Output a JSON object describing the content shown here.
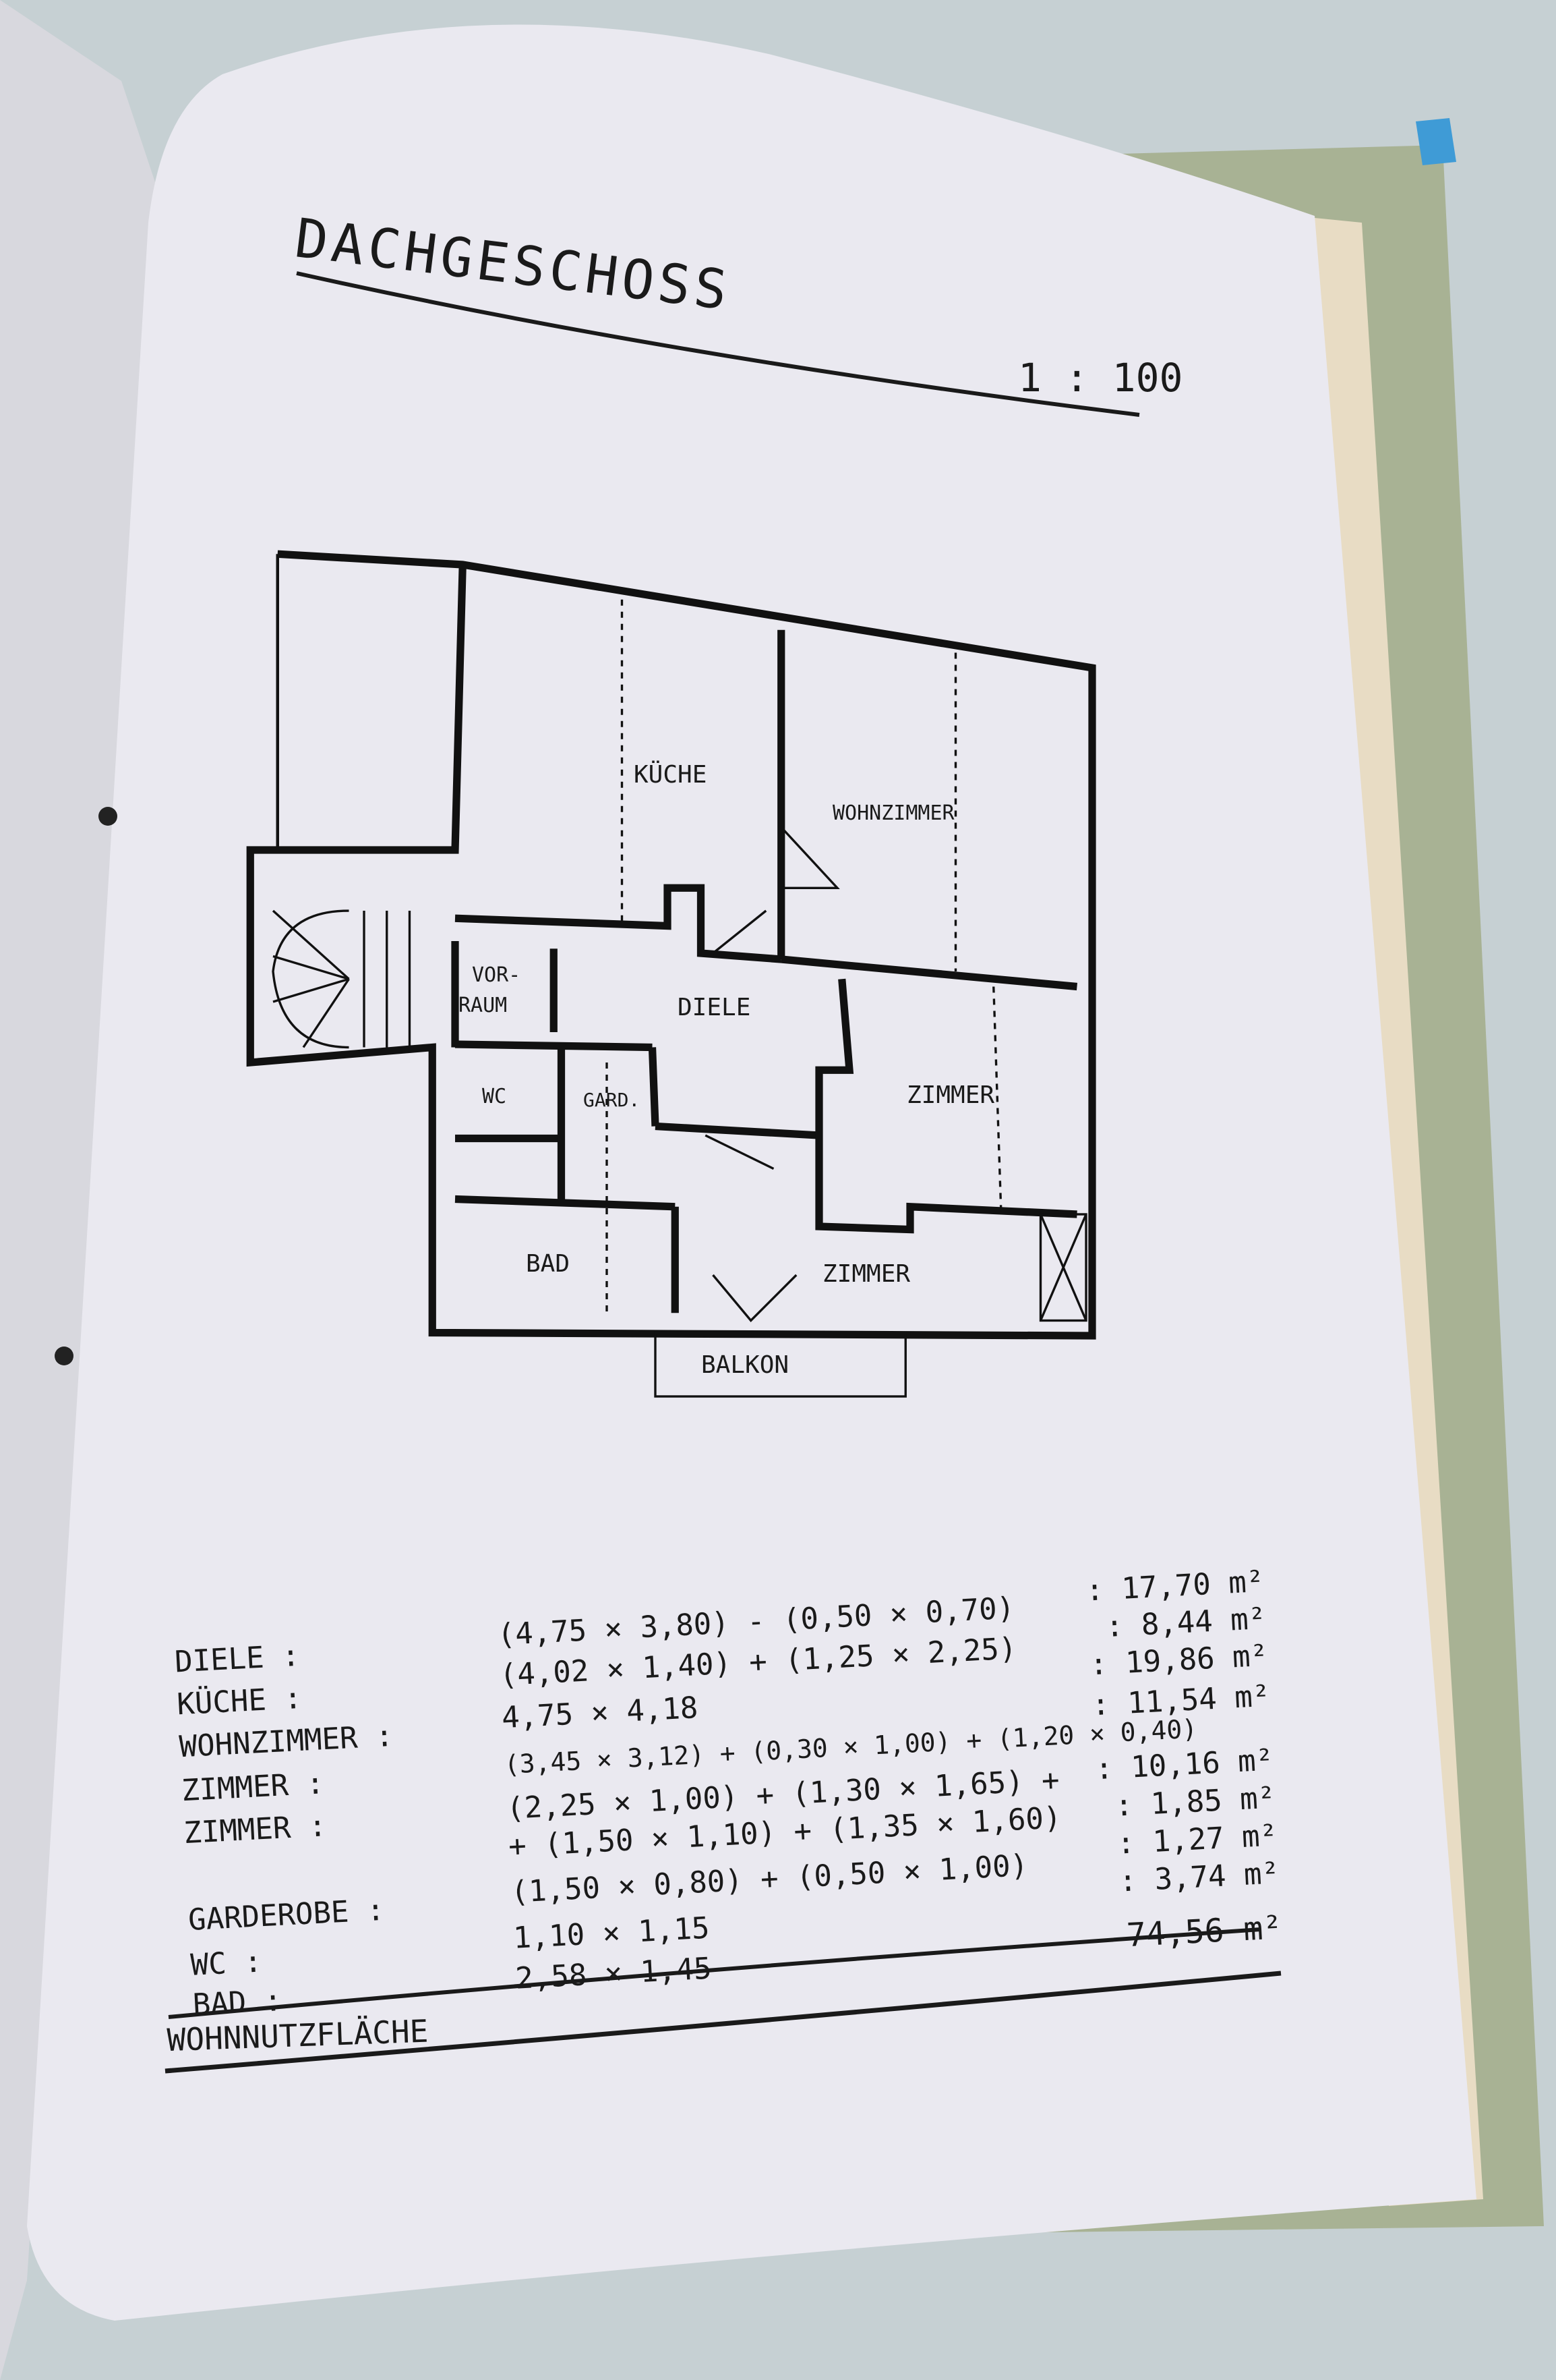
{
  "document": {
    "title": "DACHGESCHOSS",
    "scale": "1 : 100",
    "rooms": {
      "kueche": "KÜCHE",
      "wohnzimmer": "WOHNZIMMER",
      "vorraum_1": "VOR-",
      "vorraum_2": "RAUM",
      "diele": "DIELE",
      "zimmer_1": "ZIMMER",
      "wc": "WC",
      "gard": "GARD.",
      "bad": "BAD",
      "zimmer_2": "ZIMMER",
      "balkon": "BALKON"
    },
    "area_table": {
      "rows": [
        {
          "label": "DIELE :",
          "formula": "(4,75 × 3,80) - (0,50 × 0,70)",
          "value": ": 17,70 m²"
        },
        {
          "label": "KÜCHE :",
          "formula": "(4,02 × 1,40) + (1,25 × 2,25)",
          "value": ": 8,44 m²"
        },
        {
          "label": "WOHNZIMMER :",
          "formula": "4,75 × 4,18",
          "value": ": 19,86 m²"
        },
        {
          "label": "ZIMMER :",
          "formula": "(3,45 × 3,12) + (0,30 × 1,00) + (1,20 × 0,40)",
          "value": ": 11,54 m²"
        },
        {
          "label": "ZIMMER :",
          "formula": "(2,25 × 1,00) + (1,30 × 1,65) +",
          "value": ": 10,16 m²"
        },
        {
          "label": "",
          "formula": "+ (1,50 × 1,10) + (1,35 × 1,60)",
          "value": ": 1,85 m²"
        },
        {
          "label": "GARDEROBE :",
          "formula": "(1,50 × 0,80) + (0,50 × 1,00)",
          "value": ": 1,27 m²"
        },
        {
          "label": "WC :",
          "formula": "1,10 × 1,15",
          "value": ": 3,74 m²"
        },
        {
          "label": "BAD :",
          "formula": "2,58 × 1,45",
          "value": ""
        }
      ],
      "total": "74,56 m²",
      "total_label": "WOHNNUTZFLÄCHE"
    },
    "colors": {
      "paper": "#eae9f0",
      "folder": "#a8b294",
      "ink": "#1a1a1a",
      "background": "#c6d0d3"
    }
  }
}
